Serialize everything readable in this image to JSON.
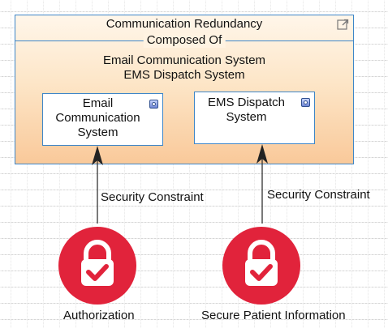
{
  "container": {
    "title": "Communication Redundancy",
    "section_label": "Composed Of",
    "members": [
      "Email Communication System",
      "EMS Dispatch System"
    ],
    "icon": "external-link-icon"
  },
  "parts": [
    {
      "label_lines": [
        "Email",
        "Communication",
        "System"
      ],
      "icon": "component-icon"
    },
    {
      "label_lines": [
        "EMS Dispatch",
        "System"
      ],
      "icon": "component-icon"
    }
  ],
  "edges": [
    {
      "label": "Security Constraint"
    },
    {
      "label": "Security Constraint"
    }
  ],
  "nodes": [
    {
      "label": "Authorization",
      "icon": "lock-check-icon"
    },
    {
      "label": "Secure Patient Information",
      "icon": "lock-check-icon"
    }
  ],
  "colors": {
    "container_border": "#3e86c8",
    "lock_red": "#e1233b",
    "gradient_top": "#fff6ea",
    "gradient_bottom": "#f9c99a"
  }
}
